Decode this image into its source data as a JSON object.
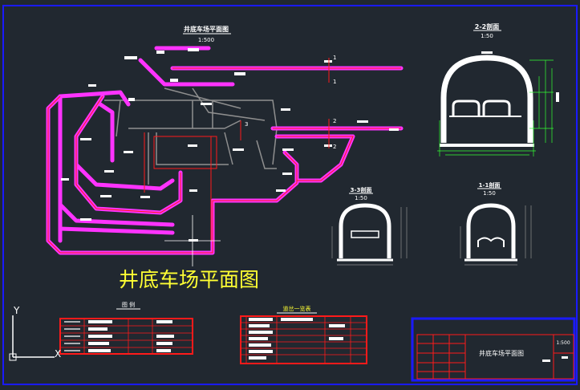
{
  "drawing": {
    "main_title": "井底车场平面图",
    "plan_title": "井底车场平面图",
    "plan_scale": "1:500",
    "section_a": {
      "title": "2-2剖面",
      "scale": "1:50"
    },
    "section_b": {
      "title": "3-3剖面",
      "scale": "1:50"
    },
    "section_c": {
      "title": "1-1剖面",
      "scale": "1:50"
    },
    "marker_1": "1",
    "marker_2": "2",
    "marker_3": "3",
    "legend_title": "图 例",
    "schedule_title": "道岔一览表",
    "title_block_name": "井底车场平面图",
    "title_block_scale": "1:500"
  },
  "colors": {
    "background": "#212830",
    "roadway": "#ff33ff",
    "frame": "#1a1aff",
    "table_border": "#ff1a1a",
    "annotation": "#ffff33",
    "dimension": "#33ff33"
  },
  "ucs": {
    "x_label": "X",
    "y_label": "Y"
  }
}
